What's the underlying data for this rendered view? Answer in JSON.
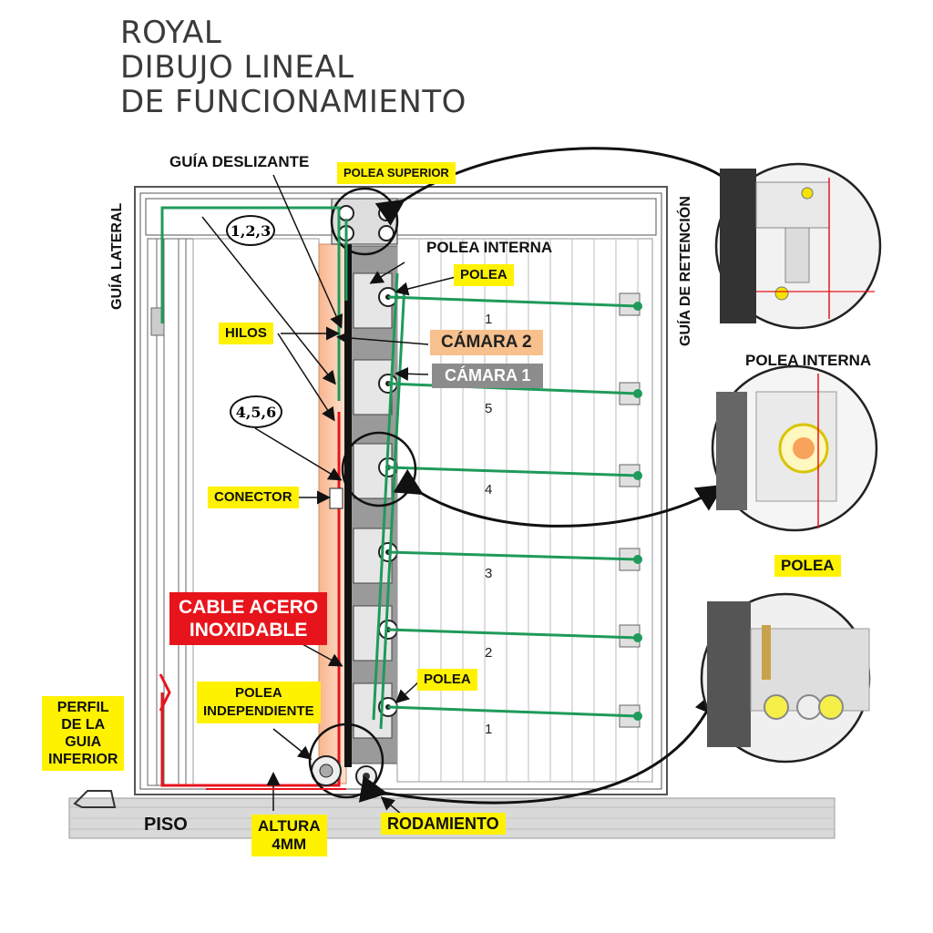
{
  "title": {
    "line1": "ROYAL",
    "line2": "DIBUJO LINEAL",
    "line3": "DE FUNCIONAMIENTO"
  },
  "labels": {
    "guia_deslizante": "GUÍA DESLIZANTE",
    "polea_superior": "POLEA SUPERIOR",
    "guia_lateral": "GUÍA LATERAL",
    "guia_retencion": "GUÍA DE RETENCIÓN",
    "polea_interna": "POLEA INTERNA",
    "polea": "POLEA",
    "hilos": "HILOS",
    "camara2": "CÁMARA 2",
    "camara1": "CÁMARA 1",
    "conector": "CONECTOR",
    "cable_acero_1": "CABLE ACERO",
    "cable_acero_2": "INOXIDABLE",
    "polea_independiente_1": "POLEA",
    "polea_independiente_2": "INDEPENDIENTE",
    "polea_bottom": "POLEA",
    "perfil_1": "PERFIL",
    "perfil_2": "DE LA",
    "perfil_3": "GUIA",
    "perfil_4": "INFERIOR",
    "piso": "PISO",
    "altura_1": "ALTURA",
    "altura_2": "4MM",
    "rodamiento": "RODAMIENTO",
    "oval_123": "1,2,3",
    "oval_456": "4,5,6",
    "detail_polea_interna": "POLEA INTERNA",
    "detail_polea": "POLEA"
  },
  "panel_numbers": [
    "1",
    "5",
    "4",
    "3",
    "2",
    "1"
  ],
  "colors": {
    "thread_green": "#1f9a5a",
    "cable_red": "#e8141c",
    "label_yellow": "#fff200",
    "camara2_orange": "#f7c08d",
    "camara1_gray": "#8c8c8c"
  }
}
